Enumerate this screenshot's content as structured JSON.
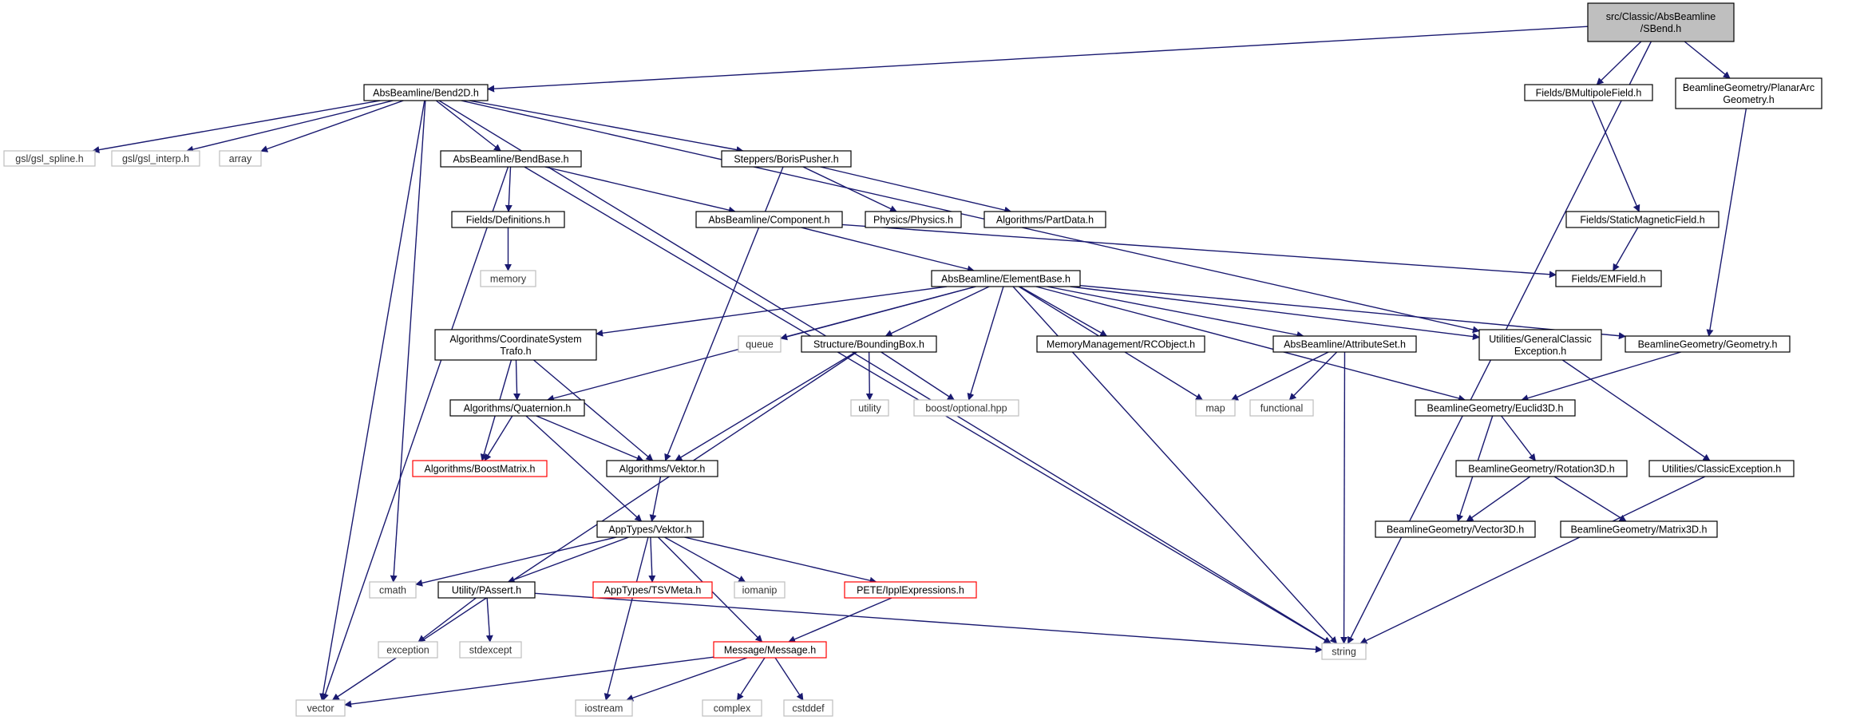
{
  "colors": {
    "edge": "#191970",
    "box_normal": "#000000",
    "box_system": "#bfbfbf",
    "box_truncated": "#ff0000",
    "root_fill": "#bfbfbf"
  },
  "nodes": [
    {
      "id": "root",
      "lines": [
        "src/Classic/AbsBeamline",
        "/SBend.h"
      ],
      "kind": "root"
    },
    {
      "id": "bend2d",
      "lines": [
        "AbsBeamline/Bend2D.h"
      ],
      "kind": "normal"
    },
    {
      "id": "bmultipole",
      "lines": [
        "Fields/BMultipoleField.h"
      ],
      "kind": "normal"
    },
    {
      "id": "planararc",
      "lines": [
        "BeamlineGeometry/PlanarArc",
        "Geometry.h"
      ],
      "kind": "normal"
    },
    {
      "id": "gsl_spline",
      "lines": [
        "gsl/gsl_spline.h"
      ],
      "kind": "system"
    },
    {
      "id": "gsl_interp",
      "lines": [
        "gsl/gsl_interp.h"
      ],
      "kind": "system"
    },
    {
      "id": "array",
      "lines": [
        "array"
      ],
      "kind": "system"
    },
    {
      "id": "bendbase",
      "lines": [
        "AbsBeamline/BendBase.h"
      ],
      "kind": "normal"
    },
    {
      "id": "borispusher",
      "lines": [
        "Steppers/BorisPusher.h"
      ],
      "kind": "normal"
    },
    {
      "id": "definitions",
      "lines": [
        "Fields/Definitions.h"
      ],
      "kind": "normal"
    },
    {
      "id": "physics",
      "lines": [
        "Physics/Physics.h"
      ],
      "kind": "normal"
    },
    {
      "id": "partdata",
      "lines": [
        "Algorithms/PartData.h"
      ],
      "kind": "normal"
    },
    {
      "id": "component",
      "lines": [
        "AbsBeamline/Component.h"
      ],
      "kind": "normal"
    },
    {
      "id": "staticmag",
      "lines": [
        "Fields/StaticMagneticField.h"
      ],
      "kind": "normal"
    },
    {
      "id": "memory",
      "lines": [
        "memory"
      ],
      "kind": "system"
    },
    {
      "id": "elementbase",
      "lines": [
        "AbsBeamline/ElementBase.h"
      ],
      "kind": "normal"
    },
    {
      "id": "emfield",
      "lines": [
        "Fields/EMField.h"
      ],
      "kind": "normal"
    },
    {
      "id": "coordtrafo",
      "lines": [
        "Algorithms/CoordinateSystem",
        "Trafo.h"
      ],
      "kind": "normal"
    },
    {
      "id": "queue",
      "lines": [
        "queue"
      ],
      "kind": "system"
    },
    {
      "id": "boundingbox",
      "lines": [
        "Structure/BoundingBox.h"
      ],
      "kind": "normal"
    },
    {
      "id": "rcobject",
      "lines": [
        "MemoryManagement/RCObject.h"
      ],
      "kind": "normal"
    },
    {
      "id": "attributeset",
      "lines": [
        "AbsBeamline/AttributeSet.h"
      ],
      "kind": "normal"
    },
    {
      "id": "genclassicexc",
      "lines": [
        "Utilities/GeneralClassic",
        "Exception.h"
      ],
      "kind": "normal"
    },
    {
      "id": "geometry",
      "lines": [
        "BeamlineGeometry/Geometry.h"
      ],
      "kind": "normal"
    },
    {
      "id": "quaternion",
      "lines": [
        "Algorithms/Quaternion.h"
      ],
      "kind": "normal"
    },
    {
      "id": "utility",
      "lines": [
        "utility"
      ],
      "kind": "system"
    },
    {
      "id": "boostoptional",
      "lines": [
        "boost/optional.hpp"
      ],
      "kind": "system"
    },
    {
      "id": "map",
      "lines": [
        "map"
      ],
      "kind": "system"
    },
    {
      "id": "functional",
      "lines": [
        "functional"
      ],
      "kind": "system"
    },
    {
      "id": "euclid3d",
      "lines": [
        "BeamlineGeometry/Euclid3D.h"
      ],
      "kind": "normal"
    },
    {
      "id": "boostmatrix",
      "lines": [
        "Algorithms/BoostMatrix.h"
      ],
      "kind": "truncated"
    },
    {
      "id": "algvektor",
      "lines": [
        "Algorithms/Vektor.h"
      ],
      "kind": "normal"
    },
    {
      "id": "rotation3d",
      "lines": [
        "BeamlineGeometry/Rotation3D.h"
      ],
      "kind": "normal"
    },
    {
      "id": "classicexc",
      "lines": [
        "Utilities/ClassicException.h"
      ],
      "kind": "normal"
    },
    {
      "id": "apptypesvektor",
      "lines": [
        "AppTypes/Vektor.h"
      ],
      "kind": "normal"
    },
    {
      "id": "vector3d",
      "lines": [
        "BeamlineGeometry/Vector3D.h"
      ],
      "kind": "normal"
    },
    {
      "id": "matrix3d",
      "lines": [
        "BeamlineGeometry/Matrix3D.h"
      ],
      "kind": "normal"
    },
    {
      "id": "cmath",
      "lines": [
        "cmath"
      ],
      "kind": "system"
    },
    {
      "id": "passert",
      "lines": [
        "Utility/PAssert.h"
      ],
      "kind": "normal"
    },
    {
      "id": "tsvmeta",
      "lines": [
        "AppTypes/TSVMeta.h"
      ],
      "kind": "truncated"
    },
    {
      "id": "iomanip",
      "lines": [
        "iomanip"
      ],
      "kind": "system"
    },
    {
      "id": "ipplexpr",
      "lines": [
        "PETE/IpplExpressions.h"
      ],
      "kind": "truncated"
    },
    {
      "id": "string",
      "lines": [
        "string"
      ],
      "kind": "system"
    },
    {
      "id": "exception",
      "lines": [
        "exception"
      ],
      "kind": "system"
    },
    {
      "id": "stdexcept",
      "lines": [
        "stdexcept"
      ],
      "kind": "system"
    },
    {
      "id": "message",
      "lines": [
        "Message/Message.h"
      ],
      "kind": "truncated"
    },
    {
      "id": "vector",
      "lines": [
        "vector"
      ],
      "kind": "system"
    },
    {
      "id": "iostream",
      "lines": [
        "iostream"
      ],
      "kind": "system"
    },
    {
      "id": "complex",
      "lines": [
        "complex"
      ],
      "kind": "system"
    },
    {
      "id": "cstddef",
      "lines": [
        "cstddef"
      ],
      "kind": "system"
    }
  ],
  "edges": [
    [
      "root",
      "bend2d"
    ],
    [
      "root",
      "bmultipole"
    ],
    [
      "root",
      "planararc"
    ],
    [
      "root",
      "string"
    ],
    [
      "bend2d",
      "gsl_spline"
    ],
    [
      "bend2d",
      "gsl_interp"
    ],
    [
      "bend2d",
      "array"
    ],
    [
      "bend2d",
      "vector"
    ],
    [
      "bend2d",
      "cmath"
    ],
    [
      "bend2d",
      "bendbase"
    ],
    [
      "bend2d",
      "borispusher"
    ],
    [
      "bend2d",
      "genclassicexc"
    ],
    [
      "bend2d",
      "string"
    ],
    [
      "bmultipole",
      "staticmag"
    ],
    [
      "staticmag",
      "emfield"
    ],
    [
      "planararc",
      "geometry"
    ],
    [
      "bendbase",
      "vector"
    ],
    [
      "bendbase",
      "definitions"
    ],
    [
      "bendbase",
      "component"
    ],
    [
      "bendbase",
      "string"
    ],
    [
      "definitions",
      "memory"
    ],
    [
      "borispusher",
      "physics"
    ],
    [
      "borispusher",
      "partdata"
    ],
    [
      "borispusher",
      "algvektor"
    ],
    [
      "component",
      "elementbase"
    ],
    [
      "component",
      "emfield"
    ],
    [
      "elementbase",
      "coordtrafo"
    ],
    [
      "elementbase",
      "queue"
    ],
    [
      "elementbase",
      "boundingbox"
    ],
    [
      "elementbase",
      "boostoptional"
    ],
    [
      "elementbase",
      "rcobject"
    ],
    [
      "elementbase",
      "map"
    ],
    [
      "elementbase",
      "attributeset"
    ],
    [
      "elementbase",
      "genclassicexc"
    ],
    [
      "elementbase",
      "geometry"
    ],
    [
      "elementbase",
      "euclid3d"
    ],
    [
      "elementbase",
      "quaternion"
    ],
    [
      "elementbase",
      "string"
    ],
    [
      "coordtrafo",
      "quaternion"
    ],
    [
      "coordtrafo",
      "boostmatrix"
    ],
    [
      "coordtrafo",
      "algvektor"
    ],
    [
      "boundingbox",
      "utility"
    ],
    [
      "boundingbox",
      "boostoptional"
    ],
    [
      "boundingbox",
      "algvektor"
    ],
    [
      "boundingbox",
      "vector"
    ],
    [
      "attributeset",
      "map"
    ],
    [
      "attributeset",
      "functional"
    ],
    [
      "attributeset",
      "string"
    ],
    [
      "genclassicexc",
      "classicexc"
    ],
    [
      "classicexc",
      "string"
    ],
    [
      "geometry",
      "euclid3d"
    ],
    [
      "euclid3d",
      "rotation3d"
    ],
    [
      "euclid3d",
      "vector3d"
    ],
    [
      "rotation3d",
      "vector3d"
    ],
    [
      "rotation3d",
      "matrix3d"
    ],
    [
      "quaternion",
      "boostmatrix"
    ],
    [
      "quaternion",
      "algvektor"
    ],
    [
      "quaternion",
      "apptypesvektor"
    ],
    [
      "algvektor",
      "apptypesvektor"
    ],
    [
      "apptypesvektor",
      "cmath"
    ],
    [
      "apptypesvektor",
      "passert"
    ],
    [
      "apptypesvektor",
      "tsvmeta"
    ],
    [
      "apptypesvektor",
      "iomanip"
    ],
    [
      "apptypesvektor",
      "ipplexpr"
    ],
    [
      "apptypesvektor",
      "message"
    ],
    [
      "apptypesvektor",
      "iostream"
    ],
    [
      "passert",
      "exception"
    ],
    [
      "passert",
      "stdexcept"
    ],
    [
      "passert",
      "string"
    ],
    [
      "ipplexpr",
      "message"
    ],
    [
      "message",
      "vector"
    ],
    [
      "message",
      "iostream"
    ],
    [
      "message",
      "complex"
    ],
    [
      "message",
      "cstddef"
    ]
  ]
}
